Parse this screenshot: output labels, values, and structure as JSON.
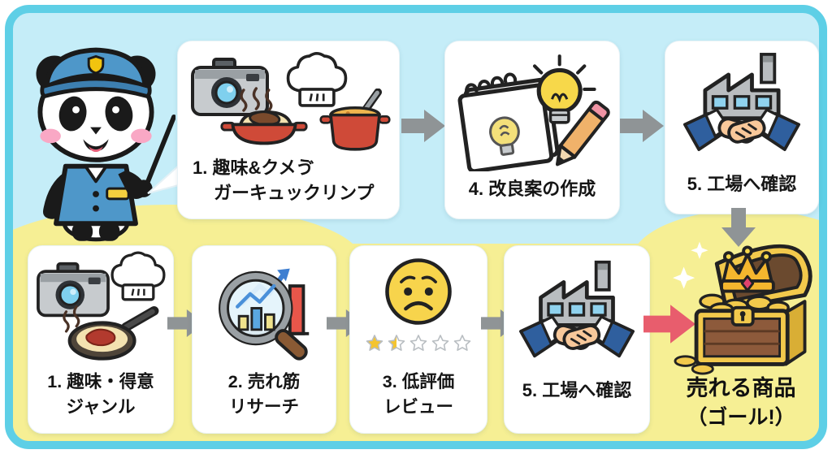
{
  "colors": {
    "frame_teal": "#5ecfe6",
    "background_blue": "#c5edf8",
    "highlight_yellow": "#f6ef94",
    "card_white": "#ffffff",
    "arrow_gray": "#8f9496",
    "arrow_red": "#e85d6d",
    "text_black": "#151515"
  },
  "mascot": {
    "name": "panda-guide",
    "description": "panda in blue cap and uniform holding pointer stick"
  },
  "top_row": {
    "step_hobby": {
      "line1": "1. 趣味&クメゔ",
      "line2": "ガーキュックリンプ",
      "icons": [
        "camera-icon",
        "chef-hat-icon",
        "curry-dish-icon",
        "soup-pot-icon"
      ]
    },
    "step_improve": {
      "label": "4. 改良案の作成",
      "icons": [
        "notepad-icon",
        "lightbulb-icon",
        "pencil-icon"
      ]
    },
    "step_factory": {
      "label": "5. 工場へ確認",
      "icons": [
        "factory-icon",
        "handshake-icon"
      ]
    }
  },
  "bottom_row": {
    "step_genre": {
      "line1": "1. 趣味・得意",
      "line2": "ジャンル",
      "icons": [
        "camera-icon",
        "chef-hat-icon",
        "frying-pan-icon"
      ]
    },
    "step_research": {
      "line1": "2. 売れ筋",
      "line2": "リサーチ",
      "icons": [
        "magnifier-chart-icon"
      ]
    },
    "step_review": {
      "line1": "3. 低評価",
      "line2": "レビュー",
      "icons": [
        "sad-face-icon",
        "star-rating"
      ]
    },
    "step_factory": {
      "label": "5. 工場へ確認",
      "icons": [
        "factory-icon",
        "handshake-icon"
      ]
    },
    "goal": {
      "line1": "売れる商品",
      "line2": "（ゴール!）",
      "icons": [
        "treasure-chest-icon"
      ]
    }
  },
  "rating": {
    "filled": 1.5,
    "total": 5
  }
}
